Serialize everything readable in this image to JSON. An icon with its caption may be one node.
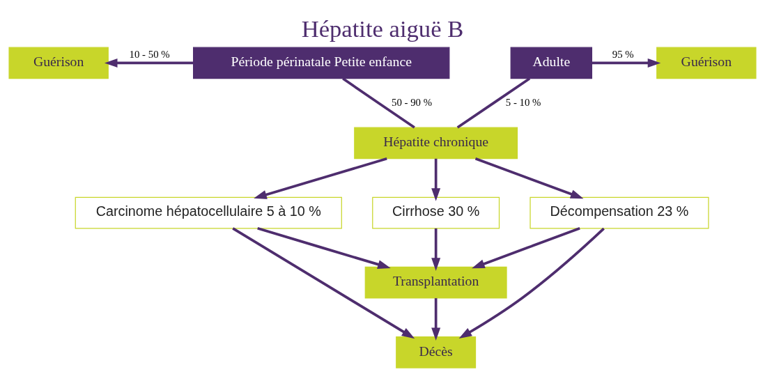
{
  "diagram": {
    "title": "Hépatite aiguë B",
    "nodes": [
      {
        "text": [
          "Guérison"
        ]
      },
      {
        "text": [
          "Période périnatale Petite enfance"
        ]
      },
      {
        "text": [
          "Adulte"
        ]
      },
      {
        "text": [
          "Guérison"
        ]
      },
      {
        "text": [
          "Hépatite chronique"
        ]
      },
      {
        "text": [
          "Carcinome hépatocellulaire 5 à 10 %"
        ]
      },
      {
        "text": [
          "Cirrhose 30 %"
        ]
      },
      {
        "text": [
          "Décompensation 23 %"
        ]
      },
      {
        "text": [
          "Transplantation"
        ]
      },
      {
        "text": [
          "Décès"
        ]
      }
    ],
    "edges": [
      {
        "from": 1,
        "to": 0,
        "arrow": "to",
        "label": "10 - 50 %"
      },
      {
        "from": 2,
        "to": 3,
        "arrow": "to",
        "label": "95 %"
      },
      {
        "from": 1,
        "to": 4,
        "arrow": "none",
        "label": "50 - 90 %"
      },
      {
        "from": 2,
        "to": 4,
        "arrow": "none",
        "label": "5 - 10 %"
      },
      {
        "from": 4,
        "to": 5,
        "arrow": "to"
      },
      {
        "from": 4,
        "to": 6,
        "arrow": "to"
      },
      {
        "from": 4,
        "to": 7,
        "arrow": "to"
      },
      {
        "from": 5,
        "to": 8,
        "arrow": "to"
      },
      {
        "from": 5,
        "to": 9,
        "arrow": "to"
      },
      {
        "from": 6,
        "to": 8,
        "arrow": "to"
      },
      {
        "from": 7,
        "to": 8,
        "arrow": "to"
      },
      {
        "from": 7,
        "to": 9,
        "arrow": "to"
      },
      {
        "from": 8,
        "to": 9,
        "arrow": "to"
      }
    ]
  }
}
